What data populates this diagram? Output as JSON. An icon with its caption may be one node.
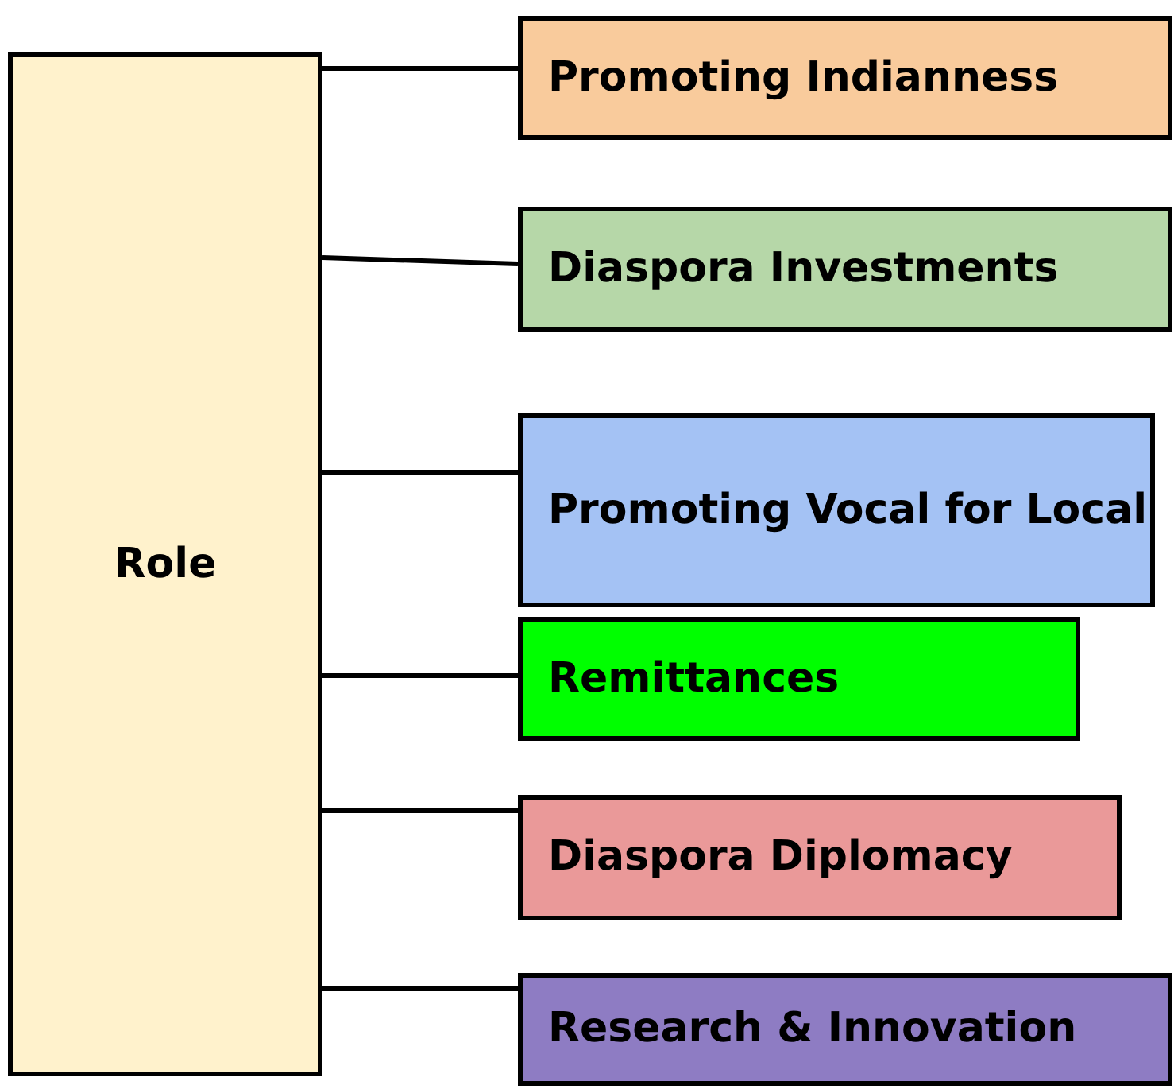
{
  "diagram": {
    "nodes": [
      {
        "text": [
          "Role"
        ]
      },
      {
        "text": [
          "Promoting Indianness"
        ]
      },
      {
        "text": [
          "Diaspora Investments"
        ]
      },
      {
        "text": [
          "Promoting Vocal for Local"
        ]
      },
      {
        "text": [
          "Remittances"
        ]
      },
      {
        "text": [
          "Diaspora Diplomacy"
        ]
      },
      {
        "text": [
          "Research & Innovation"
        ]
      }
    ],
    "edges": [
      {
        "from": 0,
        "to": 1,
        "arrow": "none"
      },
      {
        "from": 0,
        "to": 2,
        "arrow": "none"
      },
      {
        "from": 0,
        "to": 3,
        "arrow": "none"
      },
      {
        "from": 0,
        "to": 4,
        "arrow": "none"
      },
      {
        "from": 0,
        "to": 5,
        "arrow": "none"
      },
      {
        "from": 0,
        "to": 6,
        "arrow": "none"
      }
    ]
  }
}
